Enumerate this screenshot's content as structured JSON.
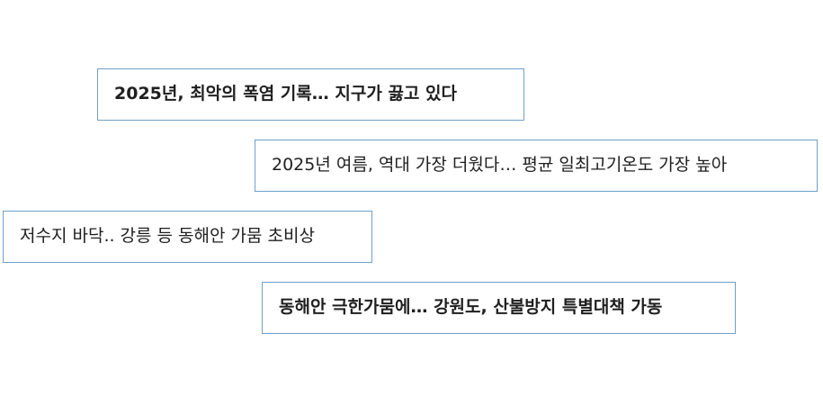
{
  "headlines": [
    {
      "text": "2025년, 최악의 폭염 기록… 지구가 끓고 있다",
      "bold": true
    },
    {
      "text": "2025년 여름, 역대 가장 더웠다… 평균 일최고기온도 가장 높아",
      "bold": false
    },
    {
      "text": "저수지 바닥.. 강릉 등 동해안 가뭄 초비상",
      "bold": false
    },
    {
      "text": "동해안 극한가뭄에… 강원도, 산불방지 특별대책 가동",
      "bold": true
    }
  ],
  "colors": {
    "border": "#6f9fc7",
    "text": "#1f1f1f",
    "background": "#ffffff"
  }
}
